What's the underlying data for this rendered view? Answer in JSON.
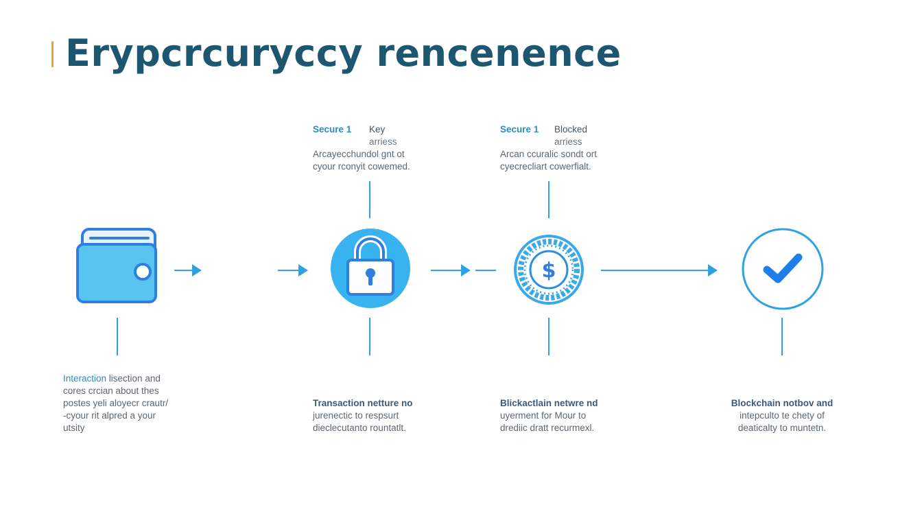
{
  "title": "Erypcrcuryccy rencenence",
  "top_notes": [
    {
      "keyword": "Secure 1",
      "label": "Key",
      "sub": "arriess",
      "lines": [
        "Arcayecchundol gnt ot",
        "cyour rconyit cowemed."
      ]
    },
    {
      "keyword": "Secure 1",
      "label": "Blocked",
      "sub": "arriess",
      "lines": [
        "Arcan ccuralic sondt ort",
        "cyecrecliart cowerfialt."
      ]
    }
  ],
  "bottom_notes": [
    {
      "accent": "Interaction",
      "line1_rest": " lisection and",
      "lines": [
        "cores crcian about thes",
        "postes yeli aloyecr crautr/",
        "-cyour rit alpred a your",
        "utsity"
      ]
    },
    {
      "head": "Transaction netture no",
      "lines": [
        "jurenectic to respsurt",
        "dieclecutanto rountatlt."
      ]
    },
    {
      "head": "Blickactlain netwre nd",
      "lines": [
        "uyerment for Mour to",
        "drediic dratt recurmexl."
      ]
    },
    {
      "head": "Blockchain notbov and",
      "lines": [
        "intepculto te chety of",
        "deaticalty to muntetn."
      ]
    }
  ],
  "icons": {
    "step1": "wallet-icon",
    "step2": "padlock-icon",
    "step3": "dollar-coin-icon",
    "step4": "checkmark-icon"
  },
  "colors": {
    "title": "#1c5670",
    "accent_bar": "#f0a030",
    "line": "#2ea3e0",
    "keyword": "#2a8cc0"
  }
}
